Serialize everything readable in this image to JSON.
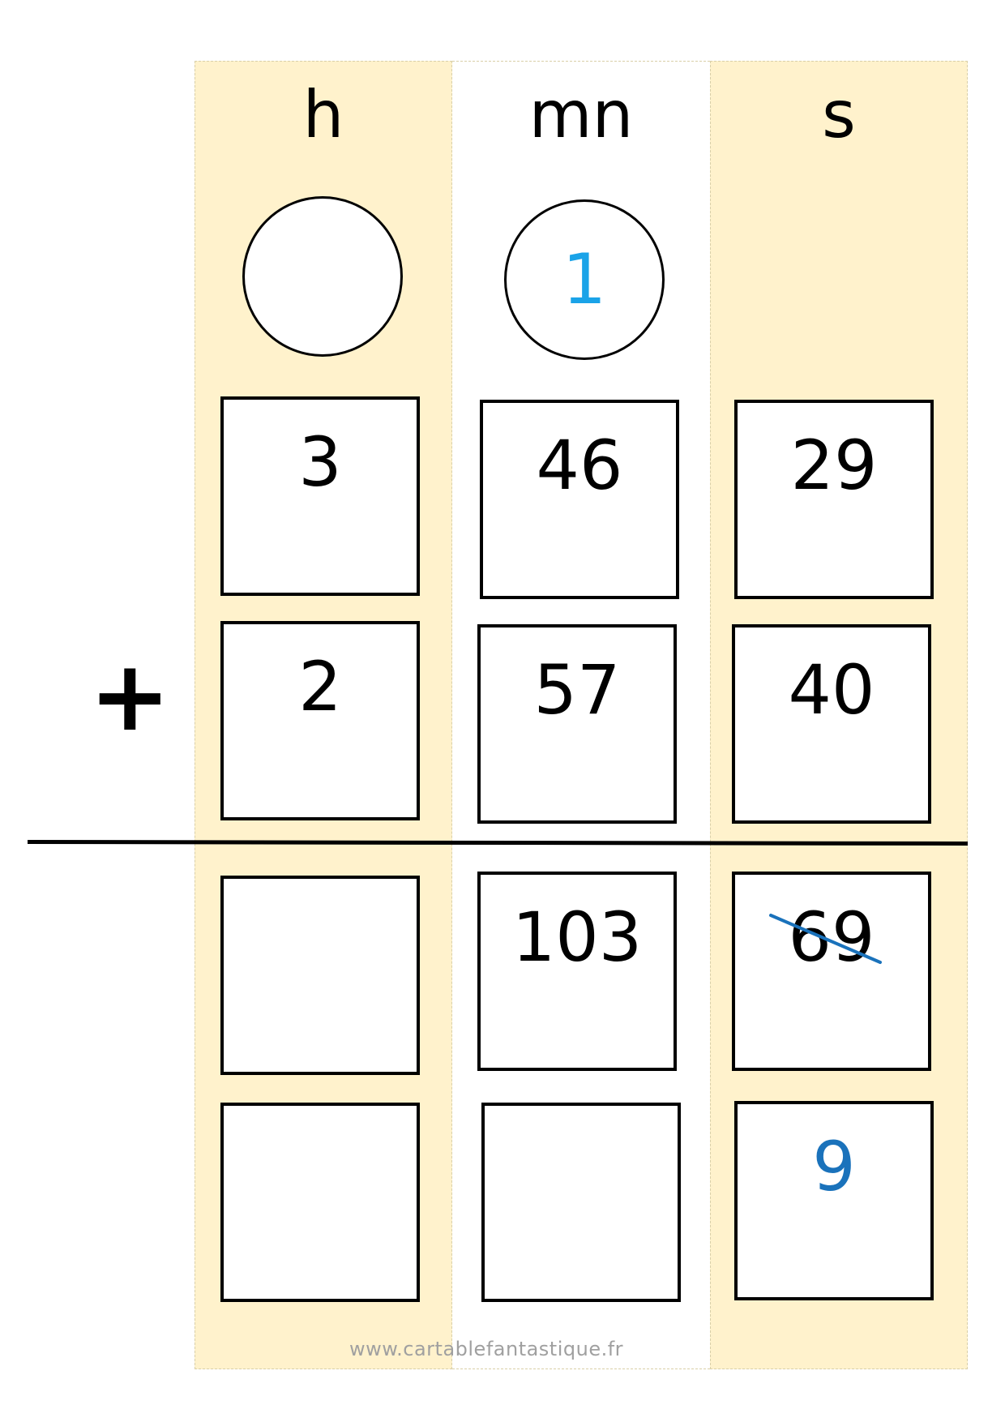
{
  "columns": {
    "hours_label": "h",
    "minutes_label": "mn",
    "seconds_label": "s"
  },
  "carries": {
    "hours": "",
    "minutes": "1"
  },
  "operator": "+",
  "rows": {
    "first_addend": {
      "hours": "3",
      "minutes": "46",
      "seconds": "29"
    },
    "second_addend": {
      "hours": "2",
      "minutes": "57",
      "seconds": "40"
    },
    "raw_sum": {
      "hours": "",
      "minutes": "103",
      "seconds": "69",
      "seconds_crossed_out": true
    },
    "converted": {
      "hours": "",
      "minutes": "",
      "seconds": "9"
    }
  },
  "colors": {
    "column_fill": "#fff2cc",
    "carry_digit": "#1aa3e8",
    "result_digit": "#1a72bb",
    "strike_line": "#1a72bb"
  },
  "footer": "www.cartablefantastique.fr"
}
